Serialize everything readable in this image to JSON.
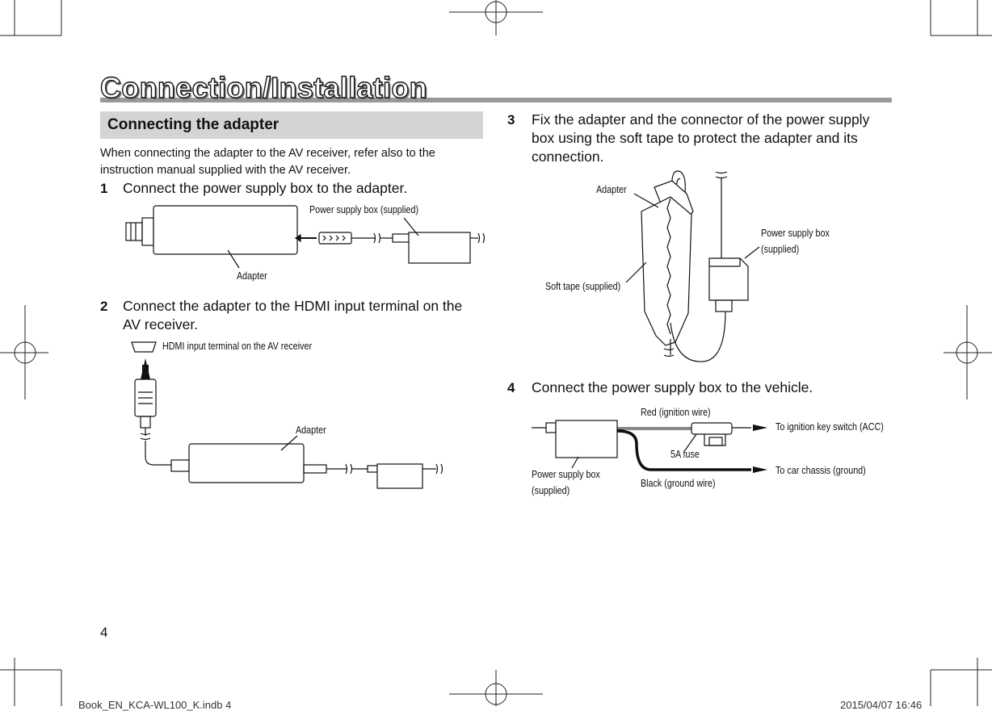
{
  "page": {
    "title": "Connection/Installation",
    "section_heading": "Connecting the adapter",
    "intro": "When connecting the adapter to the AV receiver, refer also to the instruction manual supplied with the AV receiver.",
    "page_number": "4",
    "slug_left": "Book_EN_KCA-WL100_K.indb   4",
    "slug_right": "2015/04/07   16:46"
  },
  "steps": [
    {
      "num": "1",
      "text": "Connect the power supply box to the adapter."
    },
    {
      "num": "2",
      "text": "Connect the adapter to the HDMI input terminal on the AV receiver."
    },
    {
      "num": "3",
      "text": "Fix the adapter and the connector of the power supply box using the soft tape to protect the adapter and its connection."
    },
    {
      "num": "4",
      "text": "Connect the power supply box to the vehicle."
    }
  ],
  "figure1": {
    "power_supply_box": "Power supply box (supplied)",
    "adapter": "Adapter"
  },
  "figure2": {
    "hdmi_terminal": "HDMI input terminal on the AV receiver",
    "adapter": "Adapter"
  },
  "figure3": {
    "adapter": "Adapter",
    "power_supply_box_1": "Power supply box",
    "power_supply_box_2": "(supplied)",
    "soft_tape": "Soft tape (supplied)"
  },
  "figure4": {
    "red_wire": "Red (ignition wire)",
    "ignition": "To ignition key switch (ACC)",
    "fuse": "5A fuse",
    "chassis": "To car chassis (ground)",
    "psb_1": "Power supply box",
    "psb_2": "(supplied)",
    "black_wire": "Black (ground wire)"
  }
}
